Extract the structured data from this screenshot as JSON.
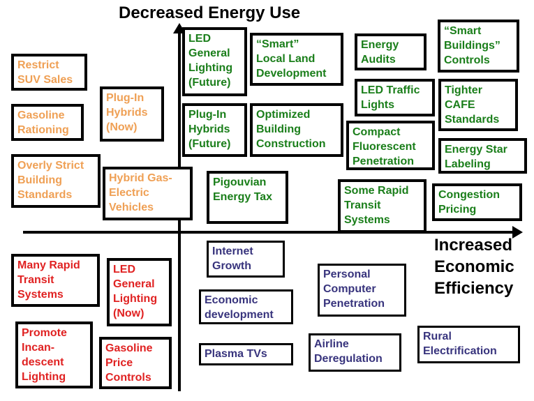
{
  "slide": {
    "y_axis_label": "Decreased Energy Use",
    "x_axis_label": "Increased\nEconomic\nEfficiency"
  },
  "colors": {
    "orange_items": "#EFA055",
    "green_items": "#1A7E1A",
    "red_items": "#E02222",
    "blue_items": "#38347D",
    "axis_and_borders": "#000000",
    "background": "#FFFFFF"
  },
  "boxes": [
    {
      "id": "restrict-suv-sales",
      "color": "orange",
      "label": "Restrict\nSUV Sales"
    },
    {
      "id": "gasoline-rationing",
      "color": "orange",
      "label": "Gasoline\nRationing"
    },
    {
      "id": "overly-strict-building-standards",
      "color": "orange",
      "label": "Overly Strict\nBuilding\nStandards"
    },
    {
      "id": "plug-in-hybrids-now",
      "color": "orange",
      "label": "Plug-In\nHybrids\n(Now)"
    },
    {
      "id": "hybrid-gas-electric-vehicles",
      "color": "orange",
      "label": "Hybrid Gas-\nElectric\nVehicles"
    },
    {
      "id": "led-general-lighting-future",
      "color": "green",
      "label": "LED\nGeneral\nLighting\n(Future)"
    },
    {
      "id": "smart-local-land-development",
      "color": "green",
      "label": "“Smart”\nLocal Land\nDevelopment"
    },
    {
      "id": "plug-in-hybrids-future",
      "color": "green",
      "label": "Plug-In\nHybrids\n(Future)"
    },
    {
      "id": "optimized-building-construction",
      "color": "green",
      "label": "Optimized\nBuilding\nConstruction"
    },
    {
      "id": "pigouvian-energy-tax",
      "color": "green",
      "label": "Pigouvian\nEnergy Tax"
    },
    {
      "id": "energy-audits",
      "color": "green",
      "label": "Energy\nAudits"
    },
    {
      "id": "smart-buildings-controls",
      "color": "green",
      "label": "“Smart\nBuildings”\nControls"
    },
    {
      "id": "led-traffic-lights",
      "color": "green",
      "label": "LED Traffic\nLights"
    },
    {
      "id": "tighter-cafe-standards",
      "color": "green",
      "label": "Tighter\nCAFE\nStandards"
    },
    {
      "id": "compact-fluorescent-penetration",
      "color": "green",
      "label": "Compact\nFluorescent\nPenetration"
    },
    {
      "id": "energy-star-labeling",
      "color": "green",
      "label": "Energy Star\nLabeling"
    },
    {
      "id": "some-rapid-transit-systems",
      "color": "green",
      "label": "Some Rapid\nTransit\nSystems"
    },
    {
      "id": "congestion-pricing",
      "color": "green",
      "label": "Congestion\nPricing"
    },
    {
      "id": "internet-growth",
      "color": "blue",
      "label": "Internet\nGrowth"
    },
    {
      "id": "economic-development",
      "color": "blue",
      "label": "Economic\ndevelopment"
    },
    {
      "id": "plasma-tvs",
      "color": "blue",
      "label": "Plasma TVs"
    },
    {
      "id": "personal-computer-penetration",
      "color": "blue",
      "label": "Personal\nComputer\nPenetration"
    },
    {
      "id": "airline-deregulation",
      "color": "blue",
      "label": "Airline\nDeregulation"
    },
    {
      "id": "rural-electrification",
      "color": "blue",
      "label": "Rural\nElectrification"
    },
    {
      "id": "many-rapid-transit-systems",
      "color": "red",
      "label": "Many Rapid\nTransit\nSystems"
    },
    {
      "id": "promote-incandescent-lighting",
      "color": "red",
      "label": "Promote\nIncan-\ndescent\nLighting"
    },
    {
      "id": "led-general-lighting-now",
      "color": "red",
      "label": "LED\nGeneral\nLighting\n(Now)"
    },
    {
      "id": "gasoline-price-controls",
      "color": "red",
      "label": "Gasoline\nPrice\nControls"
    }
  ]
}
